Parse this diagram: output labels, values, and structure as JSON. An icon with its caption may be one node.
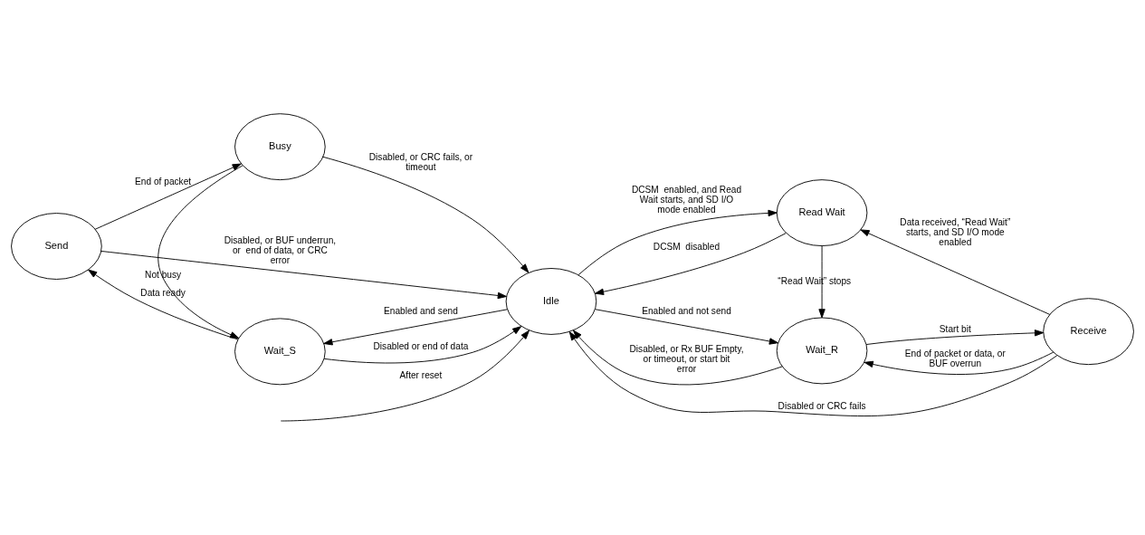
{
  "diagram": {
    "nodes": [
      {
        "text": [
          "Send"
        ]
      },
      {
        "text": [
          "Busy"
        ]
      },
      {
        "text": [
          "Idle"
        ]
      },
      {
        "text": [
          "Read Wait"
        ]
      },
      {
        "text": [
          "Receive"
        ]
      },
      {
        "text": [
          "Wait_S"
        ]
      },
      {
        "text": [
          "Wait_R"
        ]
      }
    ],
    "edges": [
      {
        "from": 0,
        "to": 1,
        "arrow": "to",
        "label": "End of packet"
      },
      {
        "from": 1,
        "to": 5,
        "arrow": "to",
        "label": "Not busy"
      },
      {
        "from": 1,
        "to": 2,
        "arrow": "to",
        "label": "Disabled, or CRC fails, or timeout"
      },
      {
        "from": 0,
        "to": 2,
        "arrow": "to",
        "label": "Disabled, or BUF underrun, or  end of data, or CRC error"
      },
      {
        "from": 5,
        "to": 0,
        "arrow": "to",
        "label": "Data ready"
      },
      {
        "from": 2,
        "to": 5,
        "arrow": "to",
        "label": "Enabled and send"
      },
      {
        "from": 5,
        "to": 2,
        "arrow": "to",
        "label": "Disabled or end of data"
      },
      {
        "from": null,
        "to": 2,
        "arrow": "to",
        "label": "After reset"
      },
      {
        "from": 2,
        "to": 3,
        "arrow": "to",
        "label": "DCSM  enabled, and Read Wait starts, and SD I/O mode enabled"
      },
      {
        "from": 3,
        "to": 2,
        "arrow": "to",
        "label": "DCSM  disabled"
      },
      {
        "from": 3,
        "to": 6,
        "arrow": "to",
        "label": "“Read Wait” stops"
      },
      {
        "from": 4,
        "to": 3,
        "arrow": "to",
        "label": "Data received, “Read Wait” starts, and SD I/O mode enabled"
      },
      {
        "from": 4,
        "to": 2,
        "arrow": "to",
        "label": "Disabled or CRC fails"
      },
      {
        "from": 2,
        "to": 6,
        "arrow": "to",
        "label": "Enabled and not send"
      },
      {
        "from": 6,
        "to": 2,
        "arrow": "to",
        "label": "Disabled, or Rx BUF Empty, or timeout, or start bit error"
      },
      {
        "from": 6,
        "to": 4,
        "arrow": "to",
        "label": "Start bit"
      },
      {
        "from": 4,
        "to": 6,
        "arrow": "to",
        "label": "End of packet or data, or BUF overrun"
      }
    ]
  }
}
